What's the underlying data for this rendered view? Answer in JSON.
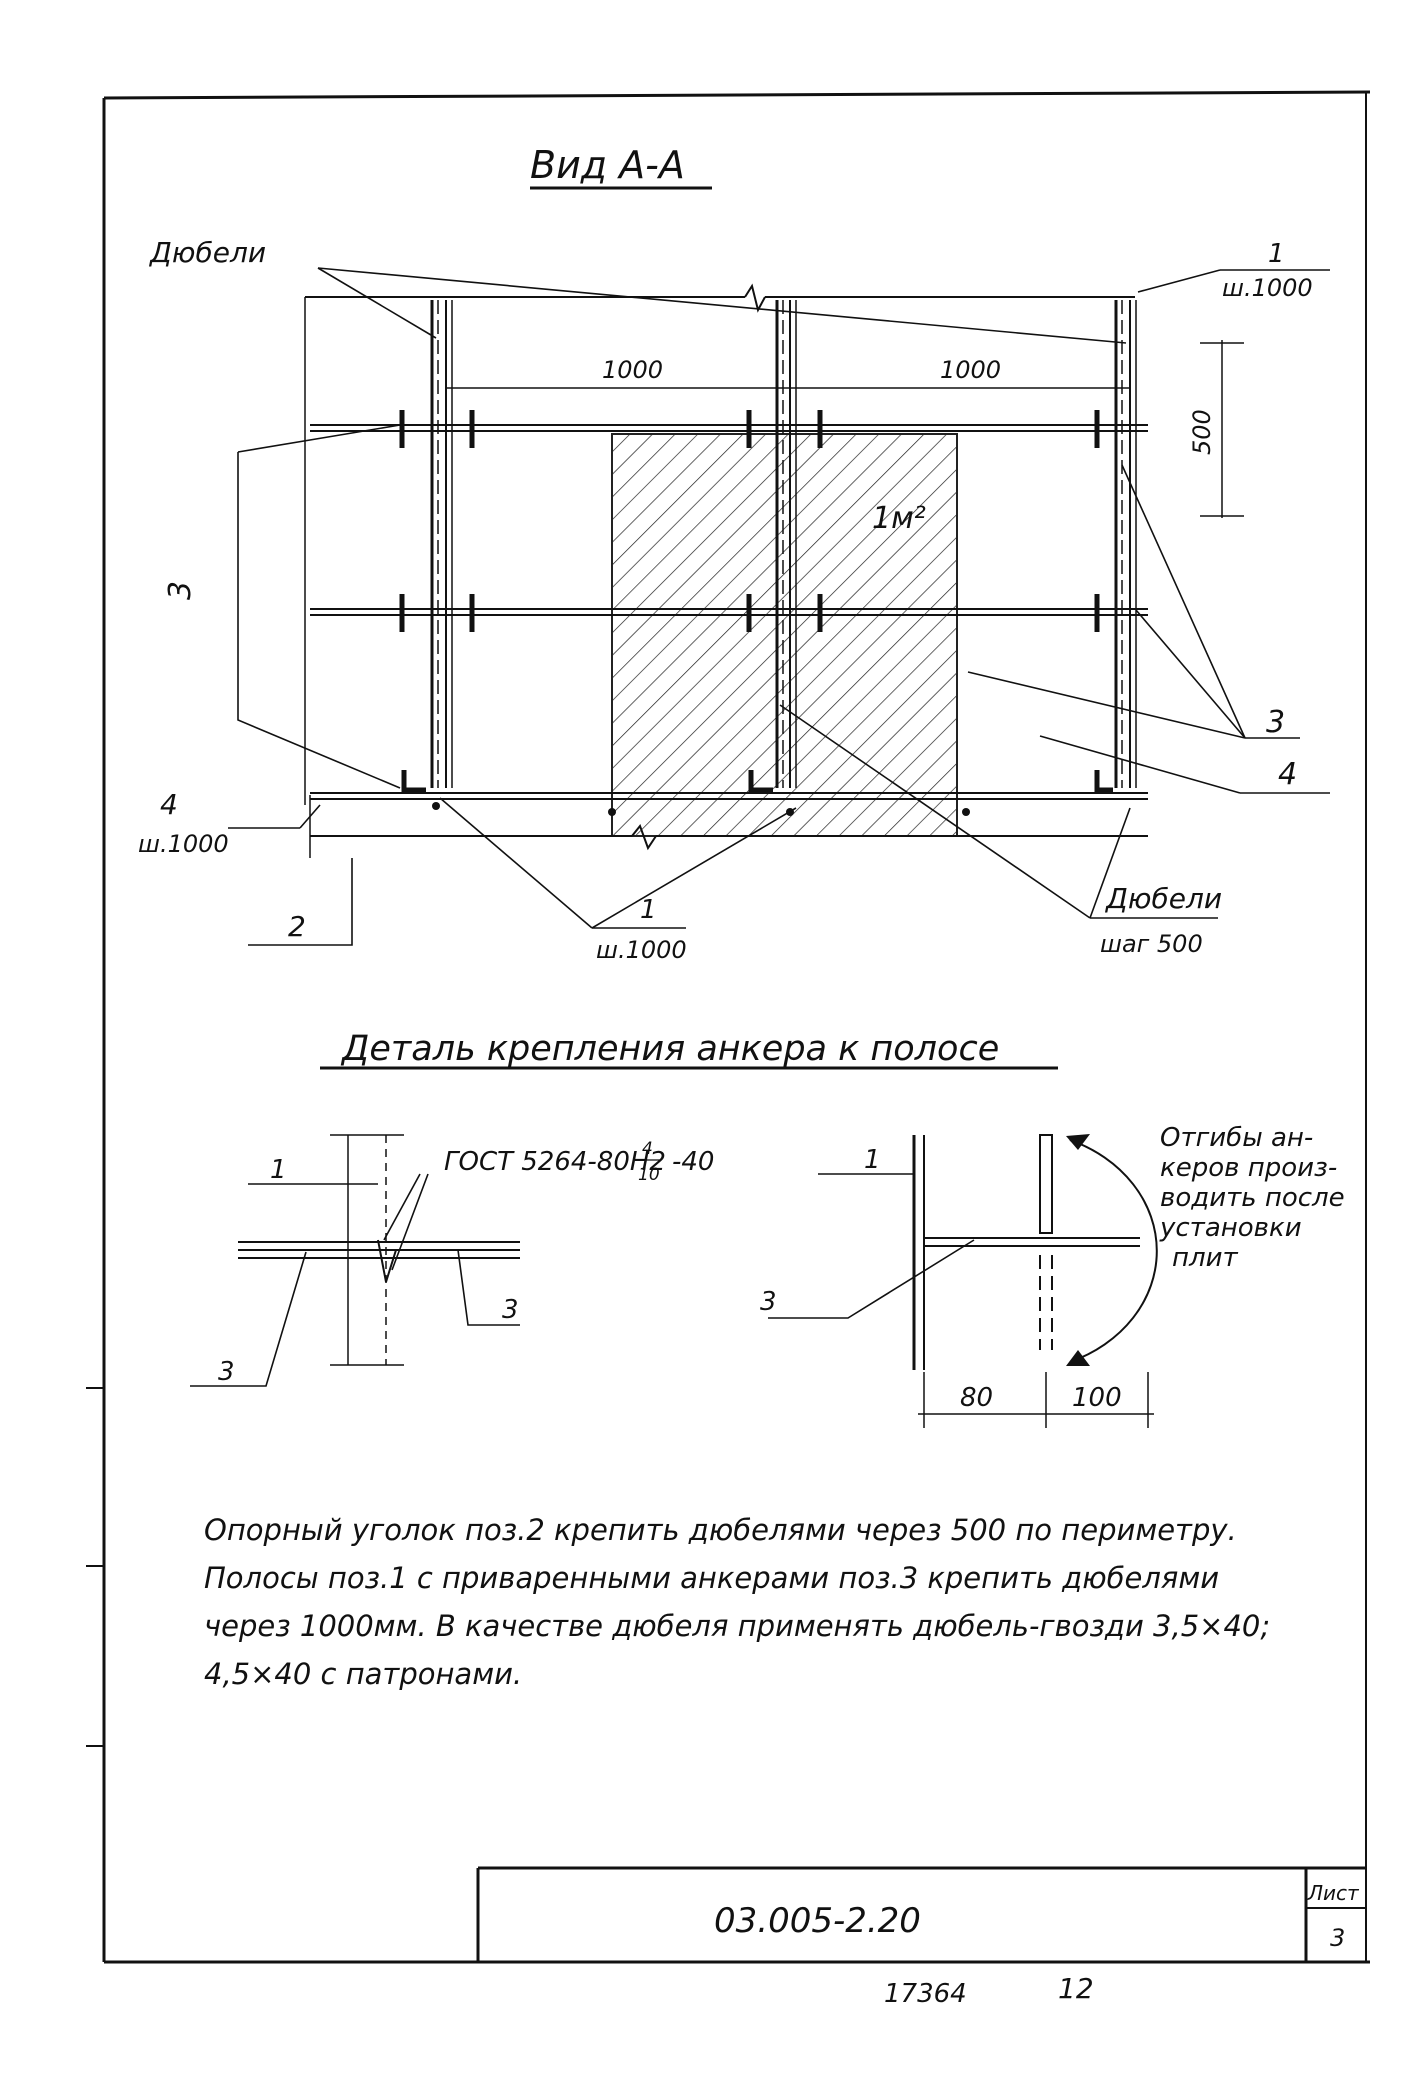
{
  "view": {
    "title": "Вид А-А",
    "labels": {
      "dowels_top": "Дюбели",
      "pos1_top": "1",
      "pos1_top_step": "ш.1000",
      "dim_left": "1000",
      "dim_right": "1000",
      "dim_vertical": "500",
      "area": "1м²",
      "pos3_left": "3",
      "pos3_right": "3",
      "pos4_right": "4",
      "pos4_left": "4",
      "pos4_left_step": "ш.1000",
      "pos2": "2",
      "pos1_bottom": "1",
      "pos1_bottom_step": "ш.1000",
      "dowels_bottom": "Дюбели",
      "dowels_bottom_step": "шаг 500"
    }
  },
  "detail": {
    "title": "Деталь крепления анкера к полосе",
    "left": {
      "pos1": "1",
      "weld": "ГОСТ 5264-80Н2",
      "weld_frac_num": "4",
      "weld_frac_den": "10",
      "weld_len": "-40",
      "pos3_right": "3",
      "pos3_left": "3"
    },
    "right": {
      "pos1": "1",
      "pos3": "3",
      "dim_a": "80",
      "dim_b": "100",
      "bend_note": [
        "Отгибы ан-",
        "керов произ-",
        "водить после",
        "установки",
        "плит"
      ]
    }
  },
  "notes": [
    "Опорный уголок поз.2 крепить дюбелями через 500 по периметру.",
    "Полосы поз.1 с приваренными анкерами поз.3 крепить дюбелями",
    "через 1000мм. В качестве дюбеля применять дюбель-гвозди 3,5×40;",
    "4,5×40 с патронами."
  ],
  "title_block": {
    "code": "03.005-2.20",
    "sheet_label": "Лист",
    "sheet_number": "3"
  },
  "footer": {
    "inventory": "17364",
    "page": "12"
  }
}
